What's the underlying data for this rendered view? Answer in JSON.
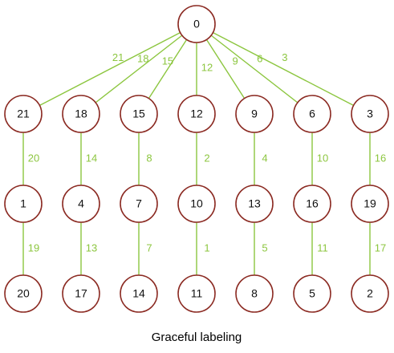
{
  "colors": {
    "node_stroke": "#8b2a22",
    "node_fill": "#ffffff",
    "edge": "#8cc63f",
    "edge_label": "#8cc63f",
    "text": "#111111"
  },
  "caption": "Graceful labeling",
  "root": {
    "label": "0"
  },
  "branches": [
    {
      "nodes": [
        "21",
        "1",
        "20"
      ],
      "edge_labels": [
        "21",
        "20",
        "19"
      ]
    },
    {
      "nodes": [
        "18",
        "4",
        "17"
      ],
      "edge_labels": [
        "18",
        "14",
        "13"
      ]
    },
    {
      "nodes": [
        "15",
        "7",
        "14"
      ],
      "edge_labels": [
        "15",
        "8",
        "7"
      ]
    },
    {
      "nodes": [
        "12",
        "10",
        "11"
      ],
      "edge_labels": [
        "12",
        "2",
        "1"
      ]
    },
    {
      "nodes": [
        "9",
        "13",
        "8"
      ],
      "edge_labels": [
        "9",
        "4",
        "5"
      ]
    },
    {
      "nodes": [
        "6",
        "16",
        "5"
      ],
      "edge_labels": [
        "6",
        "10",
        "11"
      ]
    },
    {
      "nodes": [
        "3",
        "19",
        "2"
      ],
      "edge_labels": [
        "3",
        "16",
        "17"
      ]
    }
  ]
}
